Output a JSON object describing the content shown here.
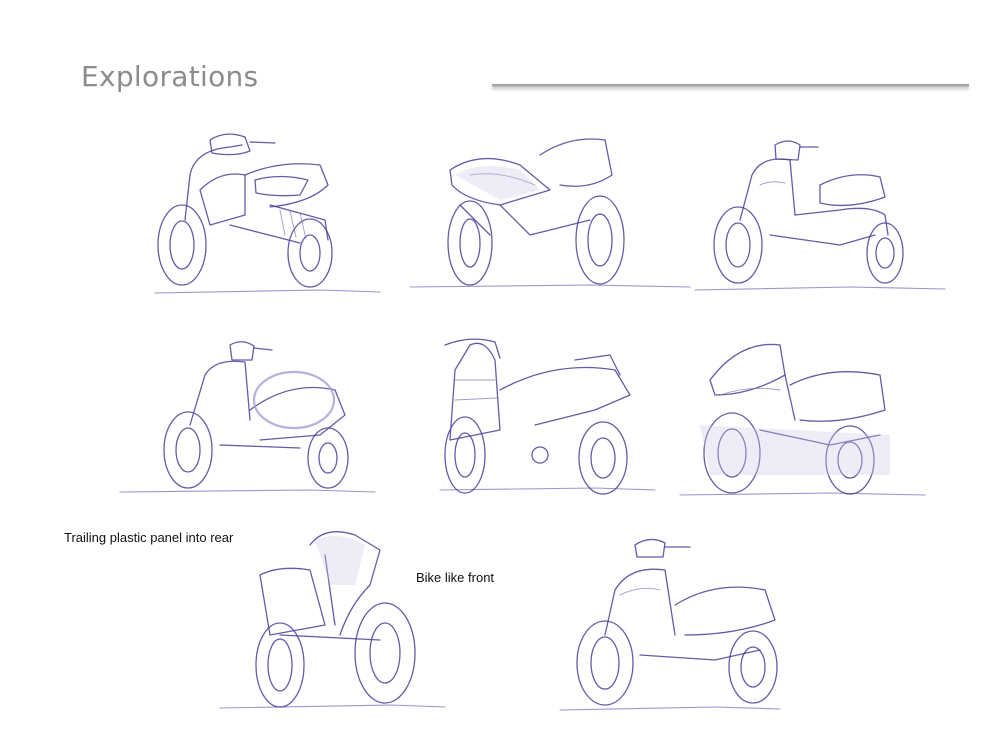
{
  "page": {
    "title": "Explorations"
  },
  "annotations": {
    "trailing_panel": "Trailing plastic panel into rear",
    "bike_front": "Bike like front"
  },
  "colors": {
    "title_gray": "#8c8c8c",
    "ink_purple": "#4a3e9a",
    "rule_gray": "#9a9a9a"
  }
}
